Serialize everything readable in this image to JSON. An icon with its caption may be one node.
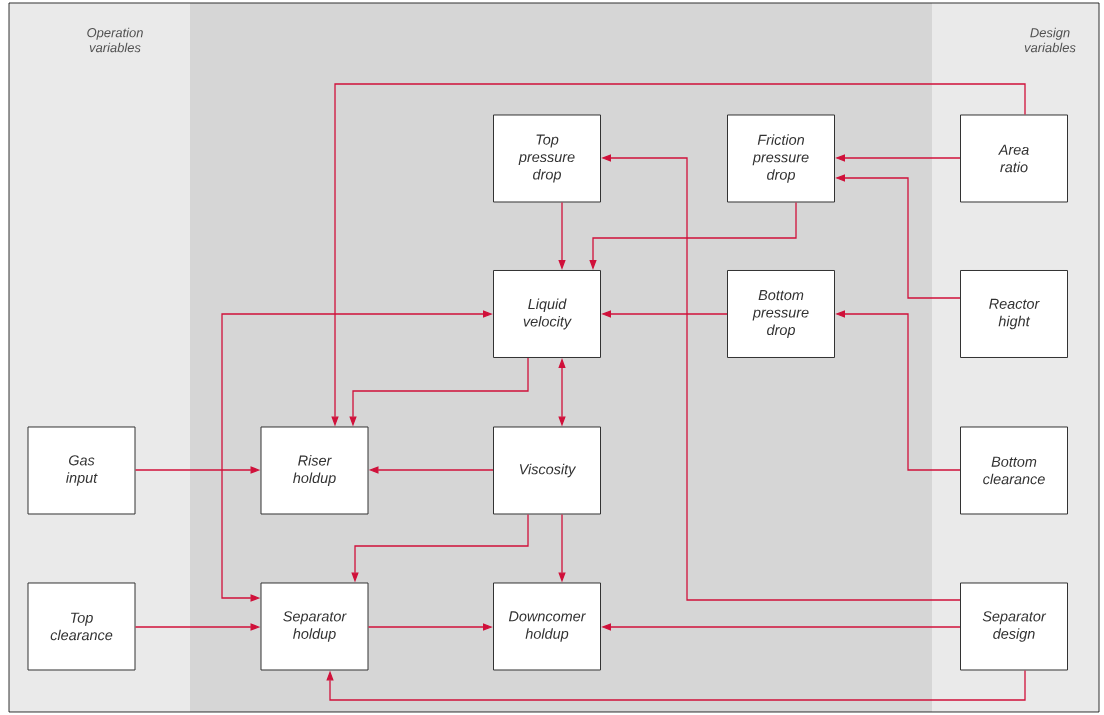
{
  "diagram": {
    "nodes": [
      {
        "text": [
          "Top pressure drop"
        ]
      },
      {
        "text": [
          "Friction pressure drop"
        ]
      },
      {
        "text": [
          "Area ratio"
        ]
      },
      {
        "text": [
          "Liquid velocity"
        ]
      },
      {
        "text": [
          "Bottom pressure drop"
        ]
      },
      {
        "text": [
          "Reactor hight"
        ]
      },
      {
        "text": [
          "Gas input"
        ]
      },
      {
        "text": [
          "Riser holdup"
        ]
      },
      {
        "text": [
          "Viscosity"
        ]
      },
      {
        "text": [
          "Bottom clearance"
        ]
      },
      {
        "text": [
          "Top clearance"
        ]
      },
      {
        "text": [
          "Separator holdup"
        ]
      },
      {
        "text": [
          "Downcomer holdup"
        ]
      },
      {
        "text": [
          "Separator design"
        ]
      }
    ],
    "edges": [
      {
        "from": 2,
        "to": 7,
        "arrow": "to"
      },
      {
        "from": 2,
        "to": 1,
        "arrow": "to"
      },
      {
        "from": 5,
        "to": 1,
        "arrow": "to"
      },
      {
        "from": 0,
        "to": 3,
        "arrow": "to"
      },
      {
        "from": 1,
        "to": 3,
        "arrow": "to"
      },
      {
        "from": 4,
        "to": 3,
        "arrow": "to"
      },
      {
        "from": 9,
        "to": 4,
        "arrow": "to"
      },
      {
        "from": 13,
        "to": 0,
        "arrow": "to"
      },
      {
        "from": 3,
        "to": 8,
        "arrow": "both"
      },
      {
        "from": 3,
        "to": 7,
        "arrow": "to"
      },
      {
        "from": 6,
        "to": 7,
        "arrow": "to"
      },
      {
        "from": 8,
        "to": 7,
        "arrow": "to"
      },
      {
        "from": 8,
        "to": 11,
        "arrow": "to"
      },
      {
        "from": 8,
        "to": 12,
        "arrow": "to"
      },
      {
        "from": 3,
        "to": 11,
        "arrow": "both"
      },
      {
        "from": 10,
        "to": 11,
        "arrow": "to"
      },
      {
        "from": 11,
        "to": 12,
        "arrow": "to"
      },
      {
        "from": 13,
        "to": 12,
        "arrow": "to"
      },
      {
        "from": 13,
        "to": 11,
        "arrow": "to"
      }
    ],
    "labels": [
      "Operation variables",
      "Design variables"
    ]
  }
}
